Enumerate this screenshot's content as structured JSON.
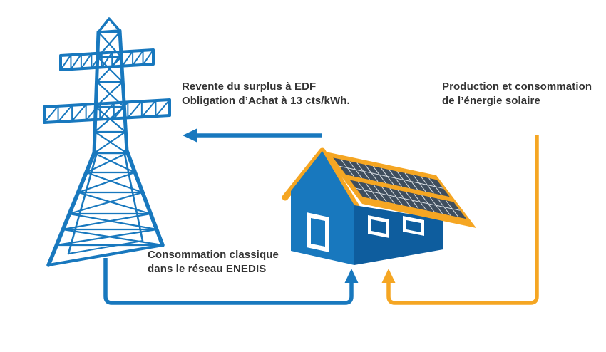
{
  "diagram": {
    "labels": {
      "revente": {
        "line1": "Revente du surplus à EDF",
        "line2": "Obligation d’Achat à 13 cts/kWh."
      },
      "production": {
        "line1": "Production et consommation",
        "line2": "de l’énergie solaire"
      },
      "consommation": {
        "line1": "Consommation classique",
        "line2": "dans le réseau ENEDIS"
      }
    },
    "colors": {
      "blue": "#1878be",
      "dark_blue": "#0e5d9e",
      "orange": "#f5a623",
      "panel": "#3f4e5e",
      "panel_grid": "#d8dee4",
      "text": "#333333",
      "white": "#ffffff"
    }
  }
}
